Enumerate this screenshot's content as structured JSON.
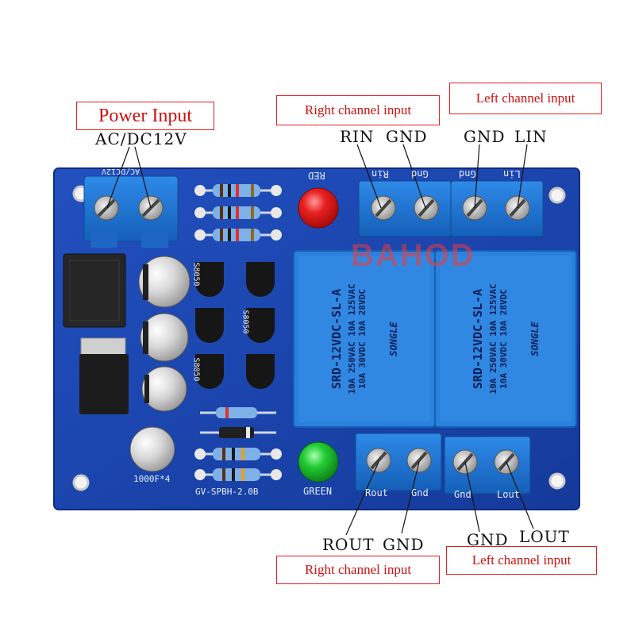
{
  "callouts": {
    "power_input": "Power Input",
    "right_top": "Right channel input",
    "left_top": "Left channel input",
    "right_bottom": "Right channel input",
    "left_bottom": "Left channel input"
  },
  "pin_labels": {
    "ac_dc": "AC/DC12V",
    "rin": "RIN",
    "gnd_top_1": "GND",
    "gnd_top_2": "GND",
    "lin": "LIN",
    "rout": "ROUT",
    "gnd_bottom_1": "GND",
    "gnd_bottom_2": "GND",
    "lout": "LOUT"
  },
  "silkscreen": {
    "red": "RED",
    "green": "GREEN",
    "rin": "Rin",
    "gnd_1": "Gnd",
    "gnd_2": "Gnd",
    "lin": "Lin",
    "rout": "Rout",
    "gnd_3": "Gnd",
    "gnd_4": "Gnd",
    "lout": "Lout",
    "cap_note": "1000F*4",
    "board_id": "GV-SPBH-2.0B",
    "power_top": "AC/DC12V",
    "s8050": "S8050"
  },
  "relay": {
    "brand": "SONGLE",
    "line1": "10A 250VAC 10A 125VAC",
    "line2": "10A  30VDC 10A  28VDC",
    "model": "SRD-12VDC-SL-A"
  },
  "watermark": "BAHOD",
  "colors": {
    "pcb": "#1a45b0",
    "terminal": "#1f72d6",
    "relay": "#2a80dd",
    "callout_border": "#e02020",
    "callout_text": "#d01010",
    "led_red": "#e01818",
    "led_green": "#18c030"
  }
}
